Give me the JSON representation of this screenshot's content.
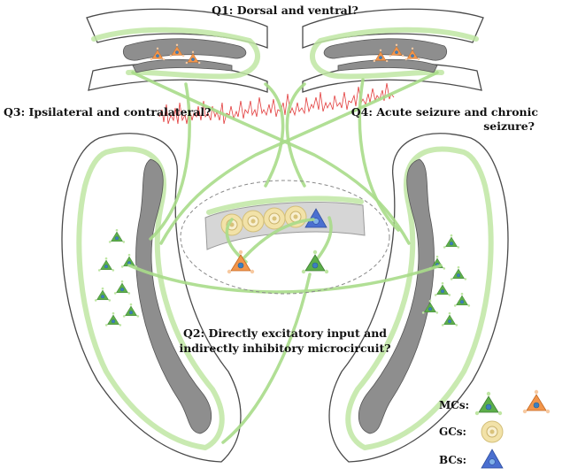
{
  "questions": {
    "q1": "Q1: Dorsal and ventral?",
    "q2_line1": "Q2: Directly excitatory input and",
    "q2_line2": "indirectly inhibitory microcircuit?",
    "q3": "Q3: Ipsilateral and contralateral?",
    "q4_line1": "Q4: Acute seizure and  chronic",
    "q4_line2": "seizure?"
  },
  "legend": {
    "mcs": "MCs:",
    "gcs": "GCs:",
    "bcs": "BCs:"
  },
  "colors": {
    "mc_green": "#5cae4a",
    "mc_orange": "#f2954a",
    "gc_yellow": "#f2e2a8",
    "bc_blue": "#4a6fd0",
    "glow_green": "#bfe6a3",
    "eeg_red": "#e23b3b",
    "granule_band": "#8e8e8e"
  }
}
